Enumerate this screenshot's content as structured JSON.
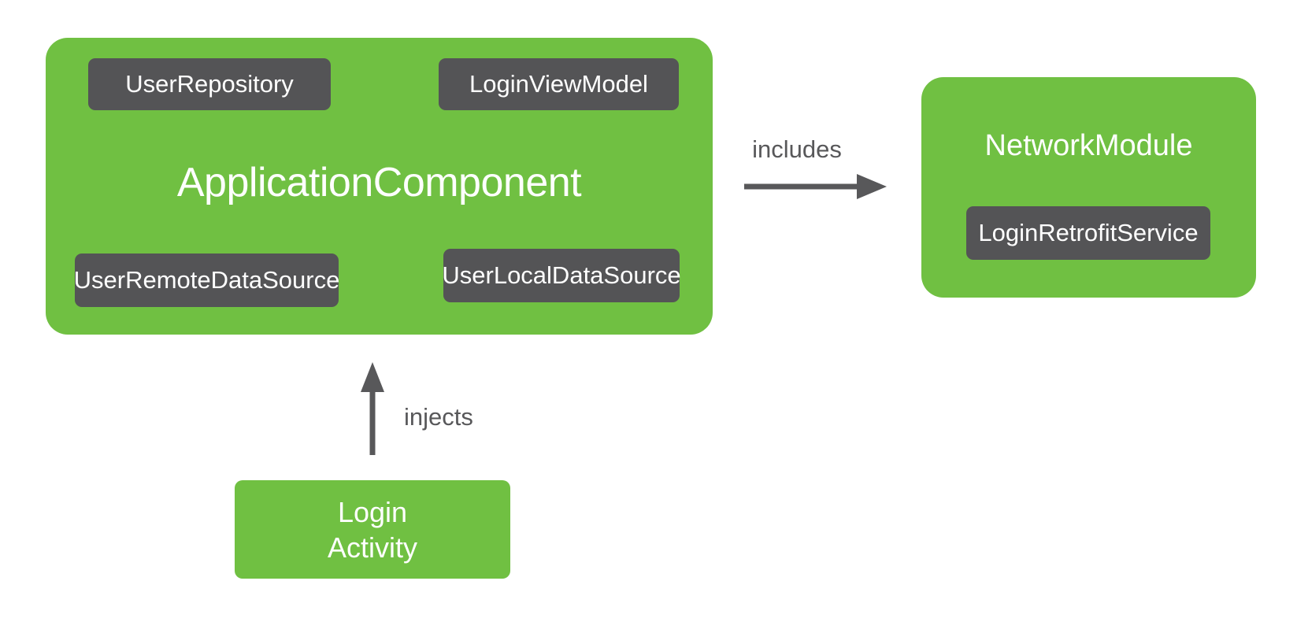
{
  "colors": {
    "node_green": "#70C042",
    "module_dark": "#545456",
    "arrow_gray": "#58585A",
    "node_text": "#FFFFFF",
    "background": "#FFFFFF"
  },
  "nodes": {
    "application_component": {
      "label": "ApplicationComponent",
      "modules": [
        "UserRepository",
        "LoginViewModel",
        "UserRemoteDataSource",
        "UserLocalDataSource"
      ]
    },
    "network_module": {
      "label": "NetworkModule",
      "modules": [
        "LoginRetrofitService"
      ]
    },
    "login_activity": {
      "label_lines": [
        "Login",
        "Activity"
      ]
    }
  },
  "edges": [
    {
      "from": "ApplicationComponent",
      "to": "NetworkModule",
      "label": "includes",
      "direction": "right"
    },
    {
      "from": "LoginActivity",
      "to": "ApplicationComponent",
      "label": "injects",
      "direction": "up"
    }
  ]
}
